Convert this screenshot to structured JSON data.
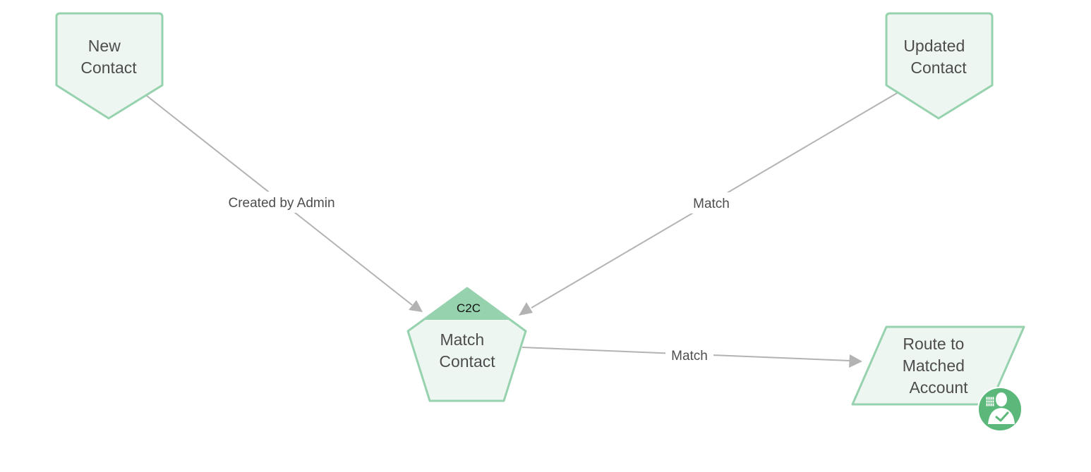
{
  "nodes": {
    "new_contact": {
      "lines": [
        "New",
        "Contact"
      ]
    },
    "updated_contact": {
      "lines": [
        "Updated",
        "Contact"
      ]
    },
    "match_contact": {
      "lines": [
        "Match",
        "Contact"
      ],
      "badge": "C2C"
    },
    "route_to_matched_account": {
      "lines": [
        "Route to",
        "Matched",
        "Account"
      ],
      "icon": "user-check-icon"
    }
  },
  "edges": {
    "new_to_match": {
      "label": "Created by Admin"
    },
    "updated_to_match": {
      "label": "Match"
    },
    "match_to_route": {
      "label": "Match"
    }
  },
  "colors": {
    "node_fill": "#eef6f1",
    "node_stroke": "#97d2ae",
    "badge_fill": "#97d2ae",
    "edge": "#b3b3b3",
    "icon_circle": "#5cb87a"
  }
}
